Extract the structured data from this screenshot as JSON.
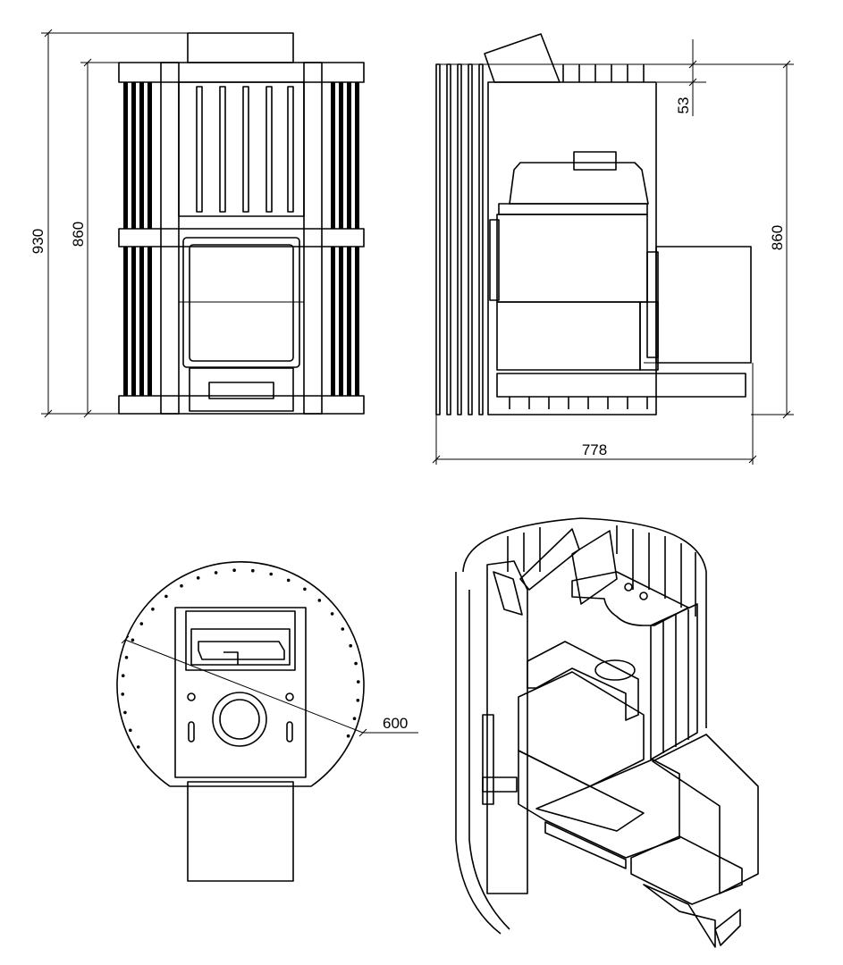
{
  "dimensions": {
    "front_total_height": "930",
    "front_body_height": "860",
    "side_body_height": "860",
    "side_offset": "53",
    "side_depth": "778",
    "top_diameter": "600"
  }
}
